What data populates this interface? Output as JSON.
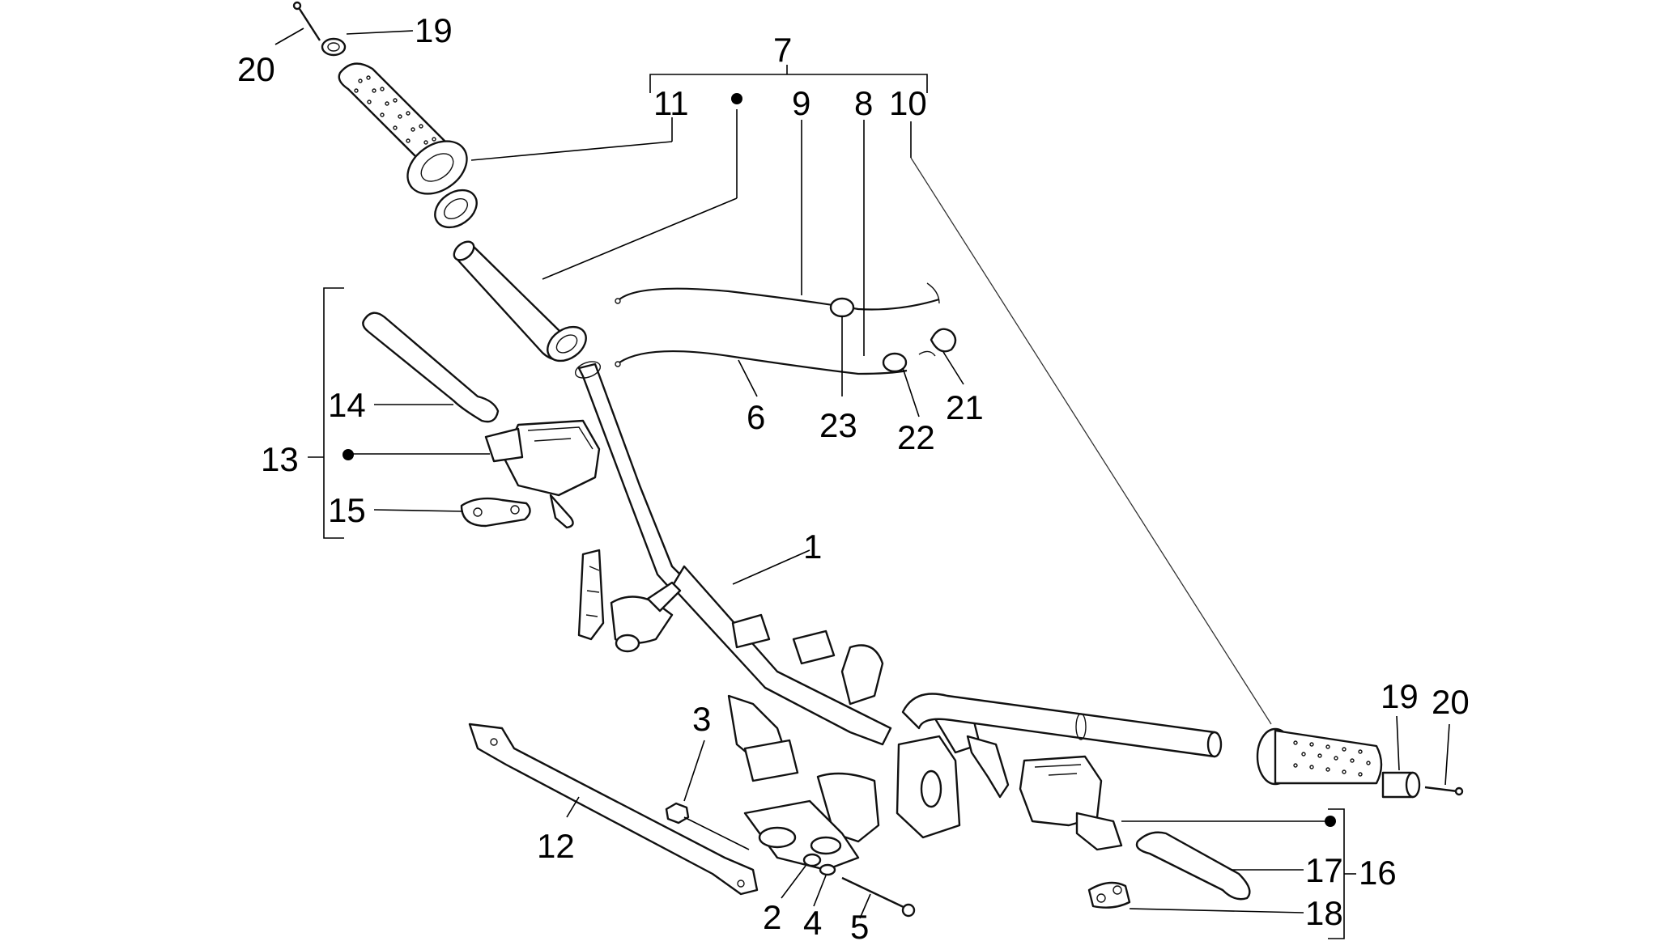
{
  "diagram": {
    "labels": {
      "p1": "1",
      "p2": "2",
      "p3": "3",
      "p4": "4",
      "p5": "5",
      "p6": "6",
      "p7": "7",
      "p8": "8",
      "p9": "9",
      "p10": "10",
      "p11": "11",
      "p12": "12",
      "p13": "13",
      "p14": "14",
      "p15": "15",
      "p16": "16",
      "p17": "17",
      "p18": "18",
      "p19a": "19",
      "p19b": "19",
      "p20a": "20",
      "p20b": "20",
      "p21": "21",
      "p22": "22",
      "p23": "23"
    },
    "colors": {
      "ink": "#000000",
      "background": "#ffffff"
    }
  }
}
